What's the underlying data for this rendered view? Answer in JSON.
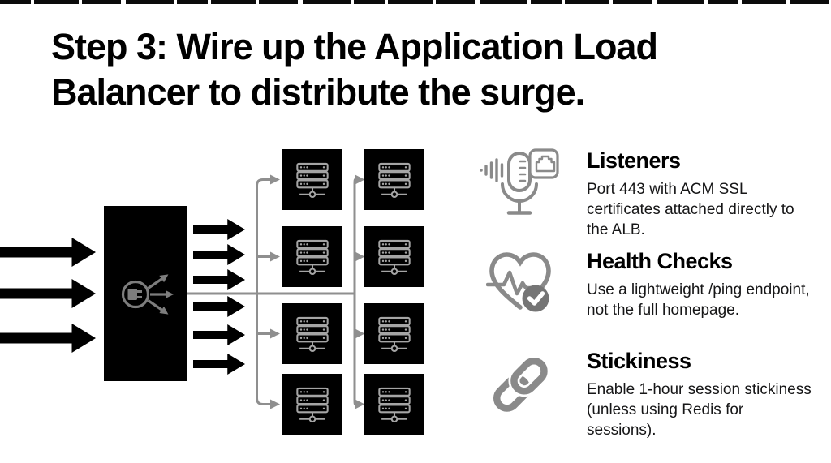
{
  "title": {
    "line1": "Step 3: Wire up the Application Load",
    "line2": "Balancer to distribute the surge."
  },
  "features": [
    {
      "icon": "microphone-listener-icon",
      "heading": "Listeners",
      "body": "Port 443 with ACM SSL certificates attached directly to the ALB."
    },
    {
      "icon": "heart-pulse-check-icon",
      "heading": "Health Checks",
      "body": "Use a lightweight /ping endpoint, not the full homepage."
    },
    {
      "icon": "chain-link-icon",
      "heading": "Stickiness",
      "body": "Enable 1-hour session stickiness (unless using Redis for sessions)."
    }
  ],
  "diagram": {
    "load_balancer_icon": "load-balancer-fanout-icon",
    "server_icon": "server-rack-icon",
    "incoming_arrows": 3,
    "outgoing_arrows": 6,
    "server_count": 8,
    "colors": {
      "box_black": "#000000",
      "icon_gray": "#8a8a8a",
      "connector_gray": "#8f8f8f",
      "server_icon_gray": "#a5a5a5"
    }
  }
}
